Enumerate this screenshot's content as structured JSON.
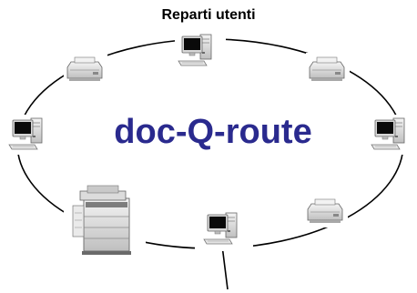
{
  "diagram": {
    "title": "Reparti utenti",
    "center_label": "doc-Q-route",
    "colors": {
      "label": "#2a2a8e",
      "ring": "#000000",
      "device_light": "#e6e6e6",
      "device_mid": "#bdbdbd",
      "device_dark": "#555555",
      "screen": "#0a0a0a"
    },
    "nodes": [
      {
        "id": "computer-top",
        "type": "computer",
        "icon": "computer-icon"
      },
      {
        "id": "printer-top-left",
        "type": "printer",
        "icon": "printer-icon"
      },
      {
        "id": "printer-top-right",
        "type": "printer",
        "icon": "printer-icon"
      },
      {
        "id": "computer-left",
        "type": "computer",
        "icon": "computer-icon"
      },
      {
        "id": "computer-right",
        "type": "computer",
        "icon": "computer-icon"
      },
      {
        "id": "copier-bottom-left",
        "type": "copier",
        "icon": "multifunction-copier-icon"
      },
      {
        "id": "computer-bottom",
        "type": "computer",
        "icon": "computer-icon"
      },
      {
        "id": "printer-bottom-right",
        "type": "printer",
        "icon": "printer-icon"
      }
    ]
  }
}
